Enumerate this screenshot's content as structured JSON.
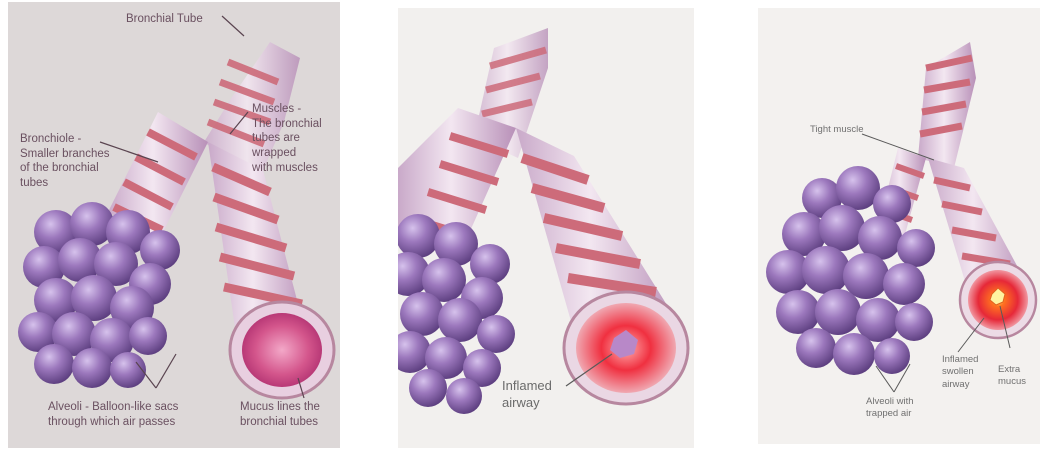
{
  "panels": [
    {
      "labels": {
        "bronchial_tube": "Bronchial Tube",
        "muscles": [
          "Muscles -",
          "The bronchial",
          "tubes are",
          "wrapped",
          "with muscles"
        ],
        "bronchiole": [
          "Bronchiole -",
          "Smaller branches",
          "of the bronchial",
          "tubes"
        ],
        "alveoli": [
          "Alveoli - Balloon-like sacs",
          "through which air passes"
        ],
        "mucus": [
          "Mucus lines the",
          "bronchial tubes"
        ]
      }
    },
    {
      "labels": {
        "inflamed_airway": [
          "Inflamed",
          "airway"
        ]
      }
    },
    {
      "labels": {
        "tight_muscle": "Tight muscle",
        "alveoli_trapped": [
          "Alveoli with",
          "trapped air"
        ],
        "inflamed_swollen": [
          "Inflamed",
          "swollen",
          "airway"
        ],
        "extra_mucus": [
          "Extra",
          "mucus"
        ]
      }
    }
  ],
  "colors": {
    "panel1_bg": "#ddd8d8",
    "panel2_bg": "#f2f0ee",
    "panel3_bg": "#f3f1ef",
    "tube": "#e7d2e4",
    "band": "#cd6b7a",
    "alveoli": "#9a74b8",
    "inflamed": "#f03040",
    "mucus": "#d4568c"
  }
}
